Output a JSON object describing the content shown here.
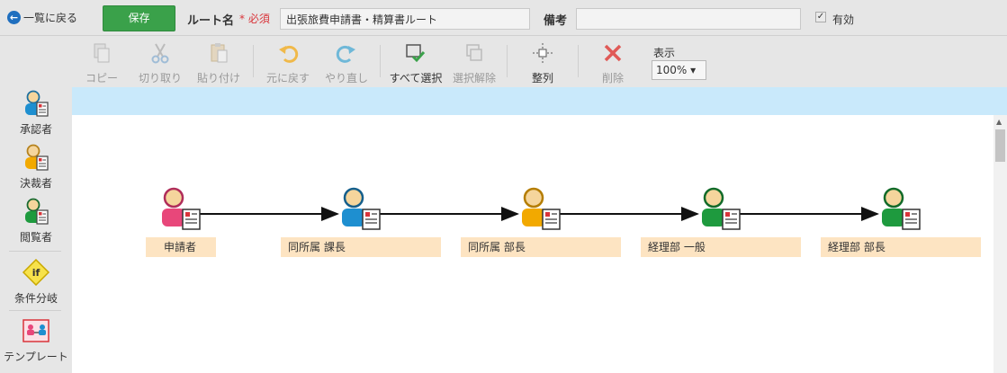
{
  "header": {
    "back_label": "一覧に戻る",
    "save_label": "保存",
    "route_label": "ルート名",
    "required_mark": "* 必須",
    "route_value": "出張旅費申請書・精算書ルート",
    "notes_label": "備考",
    "notes_value": "",
    "valid_checked_mark": "✓",
    "valid_label": "有効"
  },
  "toolbar": {
    "copy": "コピー",
    "cut": "切り取り",
    "paste": "貼り付け",
    "undo": "元に戻す",
    "redo": "やり直し",
    "select_all": "すべて選択",
    "deselect": "選択解除",
    "align": "整列",
    "delete": "削除",
    "zoom_label": "表示",
    "zoom_value": "100% ▾"
  },
  "sidebar": {
    "approver": "承認者",
    "decider": "決裁者",
    "viewer": "閲覧者",
    "condition": "条件分岐",
    "template": "テンプレート"
  },
  "flow": {
    "nodes": [
      {
        "label": "申請者",
        "role": "applicant",
        "color": "#e8477a"
      },
      {
        "label": "同所属 課長",
        "role": "approver",
        "color": "#1e8fd0"
      },
      {
        "label": "同所属 部長",
        "role": "decider",
        "color": "#f2a900"
      },
      {
        "label": "経理部 一般",
        "role": "viewer",
        "color": "#1e9a3e"
      },
      {
        "label": "経理部 部長",
        "role": "viewer",
        "color": "#1e9a3e"
      }
    ]
  },
  "colors": {
    "save_green": "#3aa14a",
    "canvas_header": "#c9e9fb",
    "node_label_bg": "#fde4c2",
    "required_red": "#d9343a"
  }
}
